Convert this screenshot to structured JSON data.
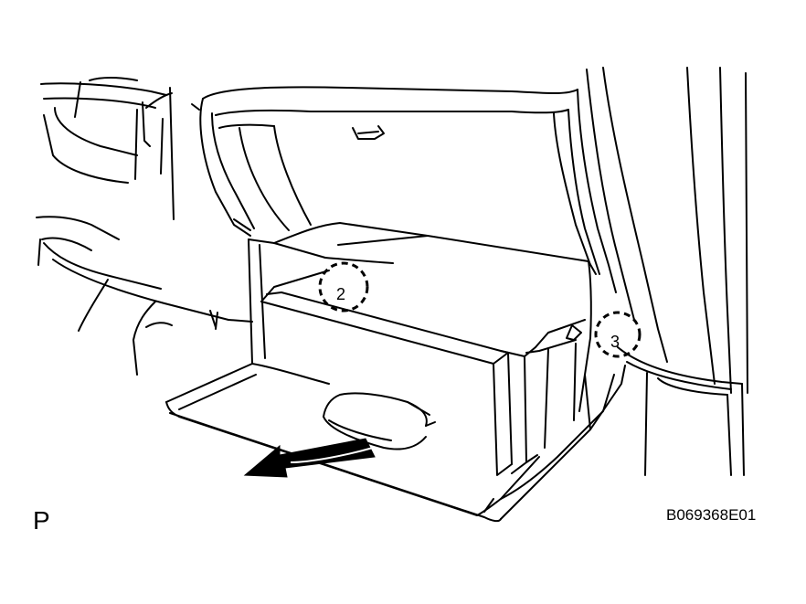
{
  "view_letter": "P",
  "figure_code": "B069368E01",
  "callouts": [
    {
      "id": "clip-left",
      "label": "2"
    },
    {
      "id": "clip-right",
      "label": "3"
    }
  ],
  "colors": {
    "line": "#000000",
    "background": "#ffffff"
  }
}
